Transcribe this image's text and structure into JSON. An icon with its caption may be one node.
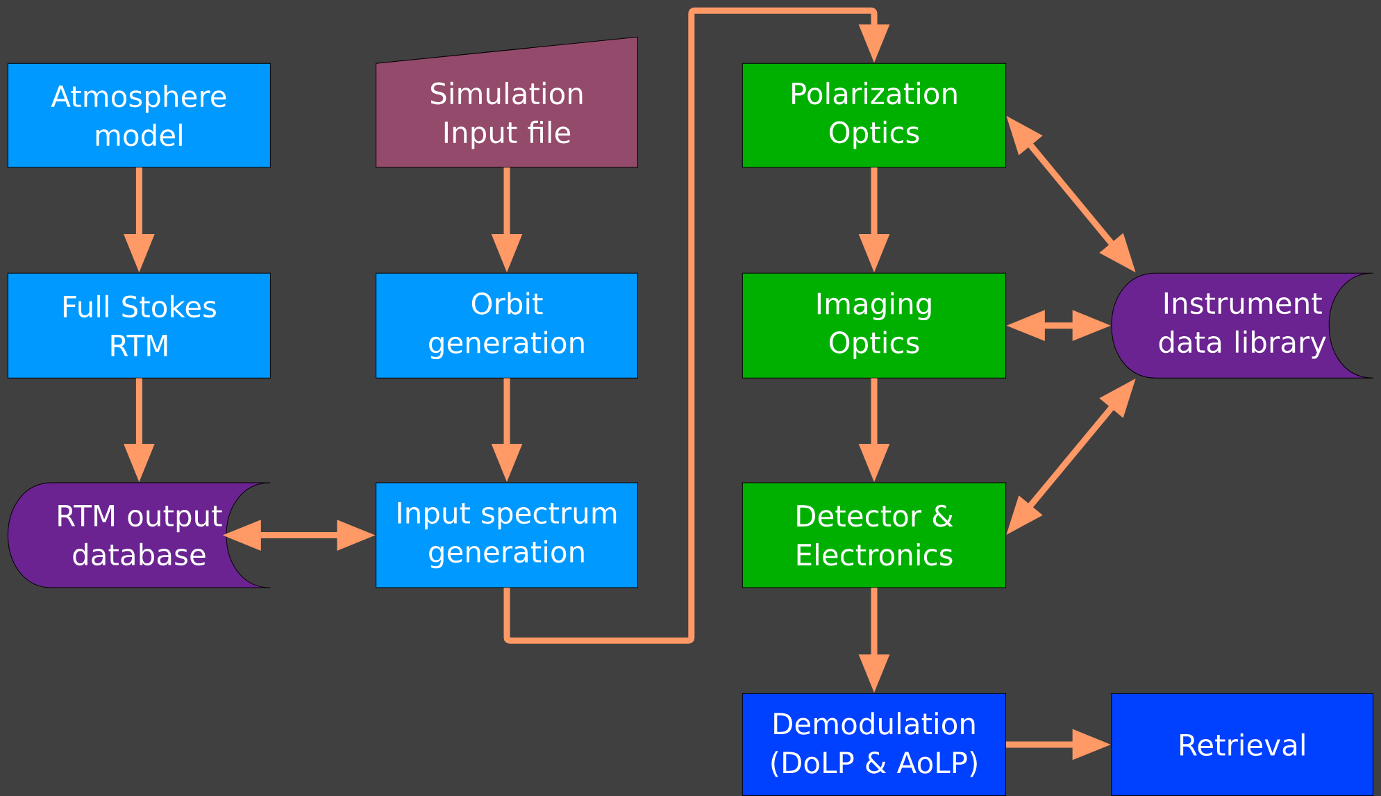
{
  "diagram": {
    "nodes": [
      {
        "text": [
          "Atmosphere model"
        ]
      },
      {
        "text": [
          "Simulation Input file"
        ]
      },
      {
        "text": [
          "Polarization Optics"
        ]
      },
      {
        "text": [
          "Full Stokes RTM"
        ]
      },
      {
        "text": [
          "Orbit generation"
        ]
      },
      {
        "text": [
          "Imaging Optics"
        ]
      },
      {
        "text": [
          "Instrument data library"
        ]
      },
      {
        "text": [
          "RTM output database"
        ]
      },
      {
        "text": [
          "Input spectrum generation"
        ]
      },
      {
        "text": [
          "Detector & Electronics"
        ]
      },
      {
        "text": [
          "Demodulation (DoLP & AoLP)"
        ]
      },
      {
        "text": [
          "Retrieval"
        ]
      }
    ],
    "edges": [
      {
        "from": 0,
        "to": 3,
        "arrow": "to"
      },
      {
        "from": 3,
        "to": 7,
        "arrow": "to"
      },
      {
        "from": 1,
        "to": 4,
        "arrow": "to"
      },
      {
        "from": 4,
        "to": 8,
        "arrow": "to"
      },
      {
        "from": 7,
        "to": 8,
        "arrow": "both"
      },
      {
        "from": 8,
        "to": 2,
        "arrow": "to"
      },
      {
        "from": 2,
        "to": 5,
        "arrow": "to"
      },
      {
        "from": 5,
        "to": 9,
        "arrow": "to"
      },
      {
        "from": 9,
        "to": 10,
        "arrow": "to"
      },
      {
        "from": 10,
        "to": 11,
        "arrow": "to"
      },
      {
        "from": 2,
        "to": 6,
        "arrow": "both"
      },
      {
        "from": 5,
        "to": 6,
        "arrow": "both"
      },
      {
        "from": 9,
        "to": 6,
        "arrow": "both"
      }
    ]
  }
}
